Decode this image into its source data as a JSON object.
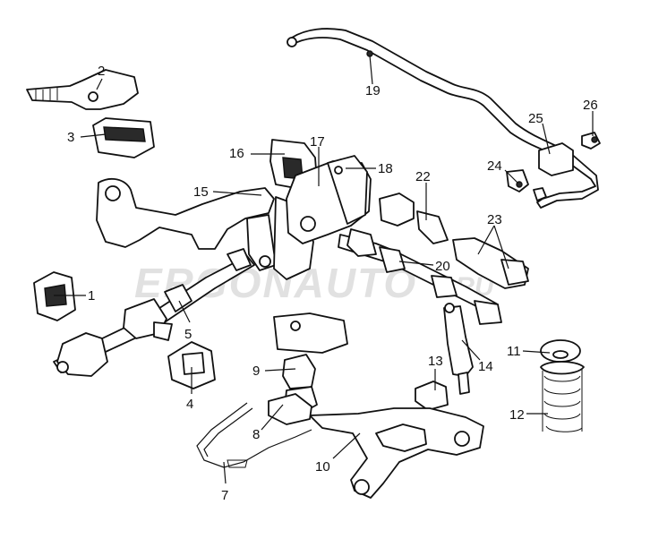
{
  "watermark": {
    "brand": "ERGONAUTO",
    "suffix": ".RU"
  },
  "callouts": [
    {
      "id": "1",
      "label": "1"
    },
    {
      "id": "2",
      "label": "2"
    },
    {
      "id": "3",
      "label": "3"
    },
    {
      "id": "4",
      "label": "4"
    },
    {
      "id": "5",
      "label": "5"
    },
    {
      "id": "7",
      "label": "7"
    },
    {
      "id": "8",
      "label": "8"
    },
    {
      "id": "9",
      "label": "9"
    },
    {
      "id": "10",
      "label": "10"
    },
    {
      "id": "11",
      "label": "11"
    },
    {
      "id": "12",
      "label": "12"
    },
    {
      "id": "13",
      "label": "13"
    },
    {
      "id": "14",
      "label": "14"
    },
    {
      "id": "15",
      "label": "15"
    },
    {
      "id": "16",
      "label": "16"
    },
    {
      "id": "17",
      "label": "17"
    },
    {
      "id": "18",
      "label": "18"
    },
    {
      "id": "19",
      "label": "19"
    },
    {
      "id": "20",
      "label": "20"
    },
    {
      "id": "22",
      "label": "22"
    },
    {
      "id": "23",
      "label": "23"
    },
    {
      "id": "24",
      "label": "24"
    },
    {
      "id": "25",
      "label": "25"
    },
    {
      "id": "26",
      "label": "26"
    }
  ]
}
